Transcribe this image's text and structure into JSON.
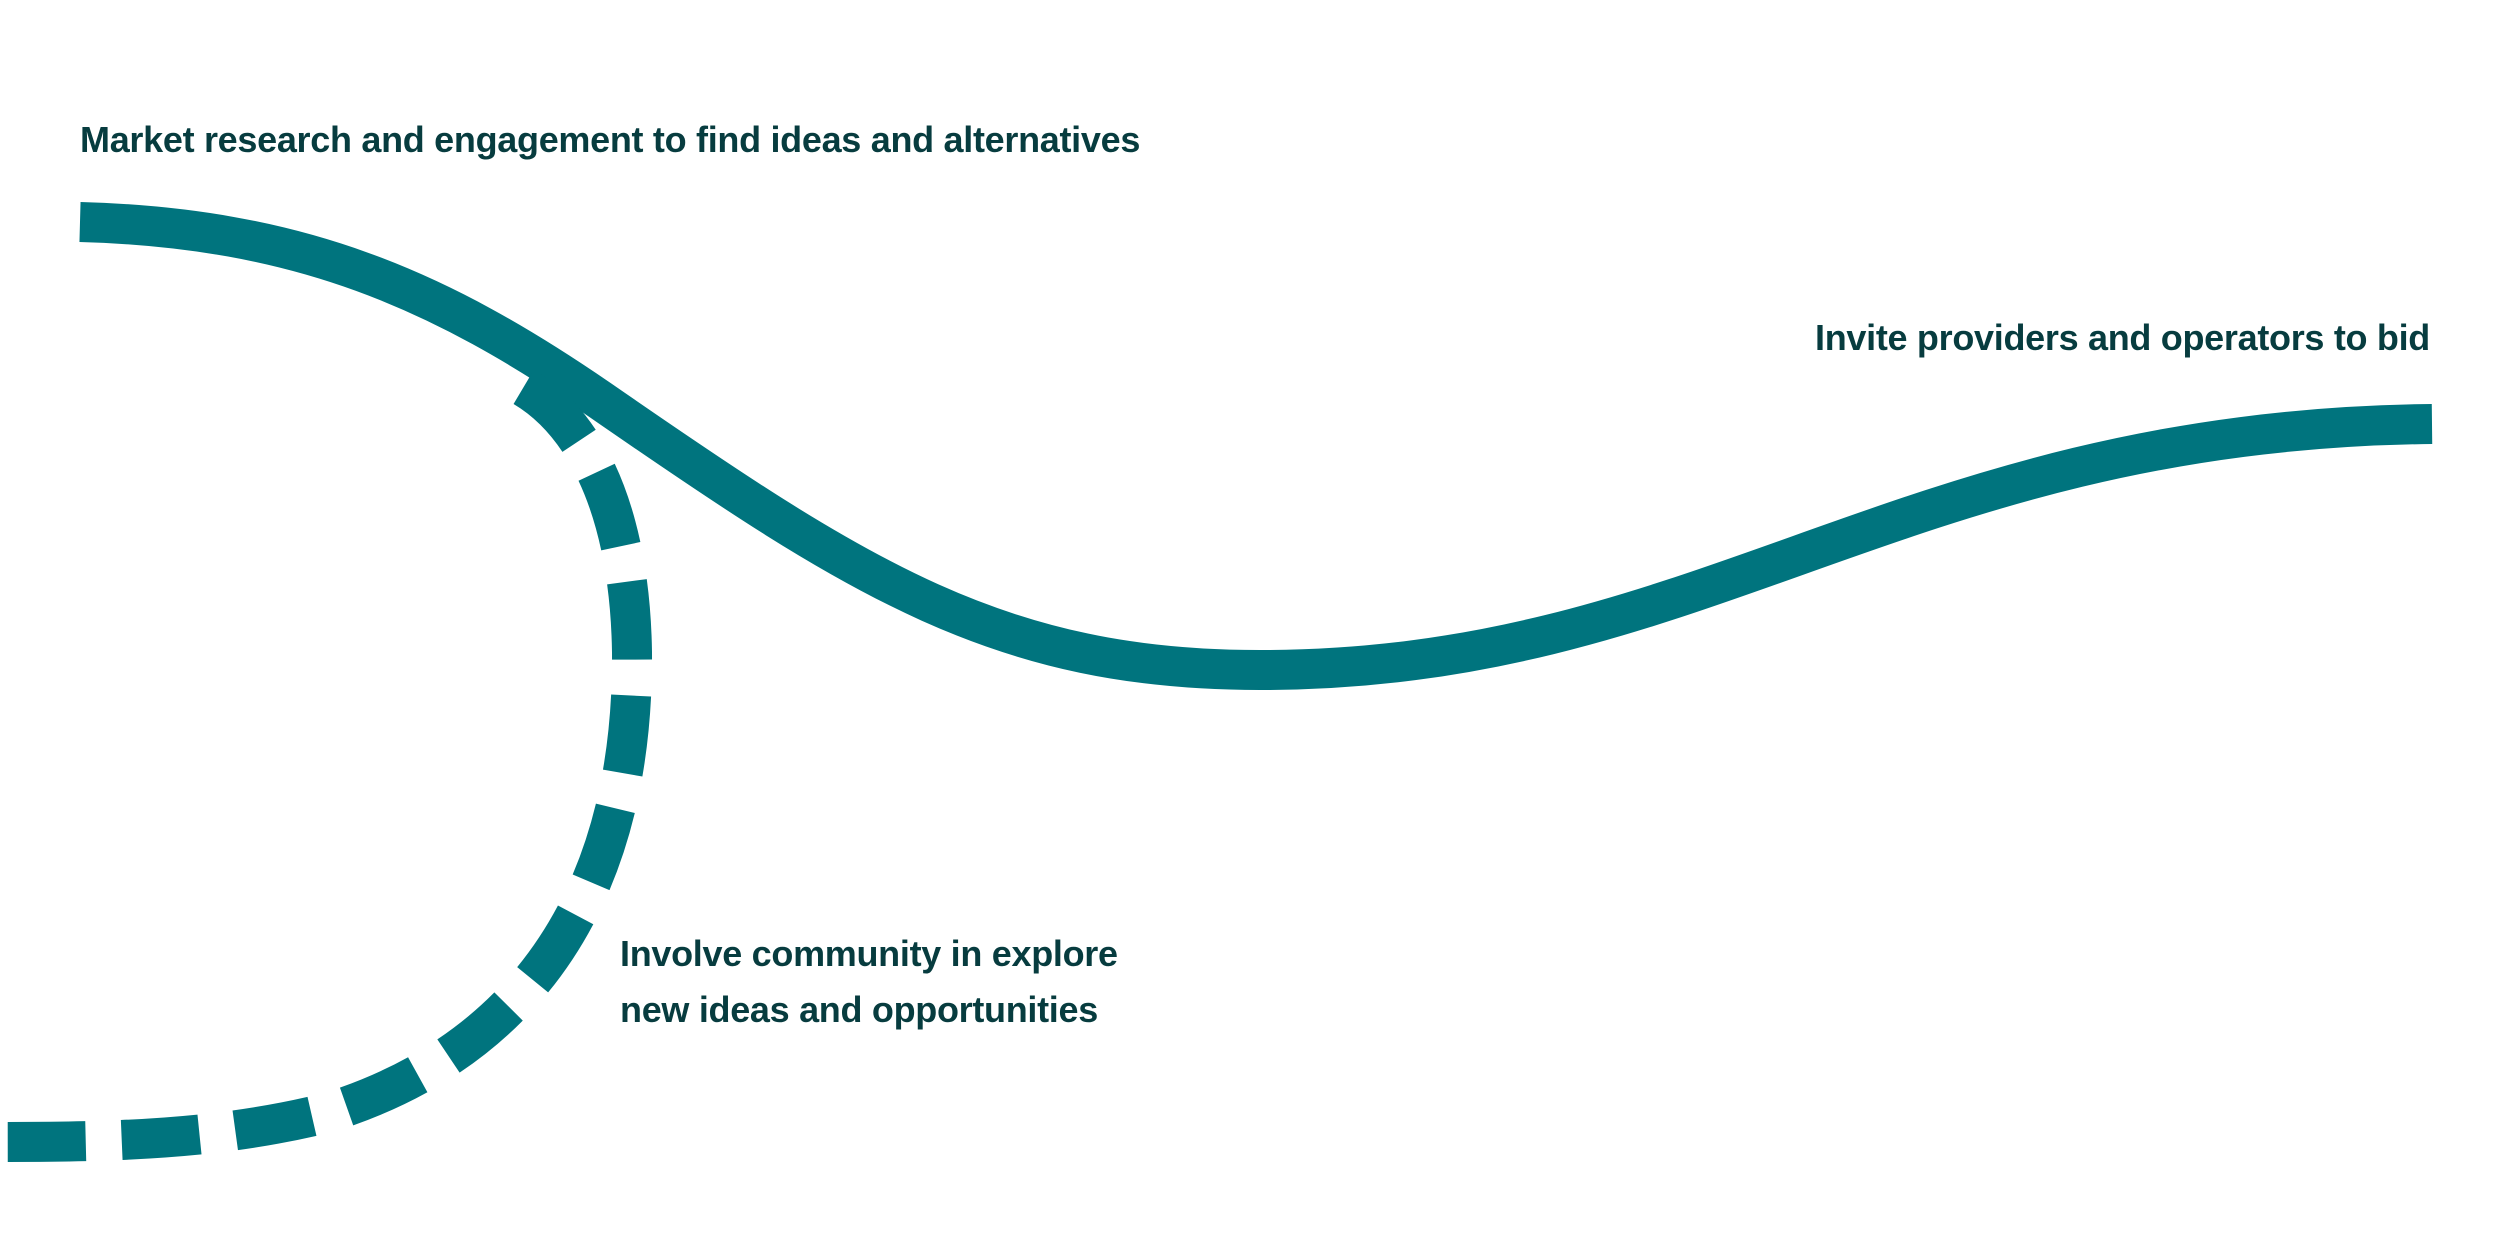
{
  "colors": {
    "path": "#00747e",
    "text": "#073c3f",
    "background": "#ffffff"
  },
  "labels": {
    "research": "Market research and engagement to find ideas and alternatives",
    "invite": "Invite providers and operators to bid",
    "community_line1": "Involve community in explore",
    "community_line2": "new ideas and opportunities"
  }
}
